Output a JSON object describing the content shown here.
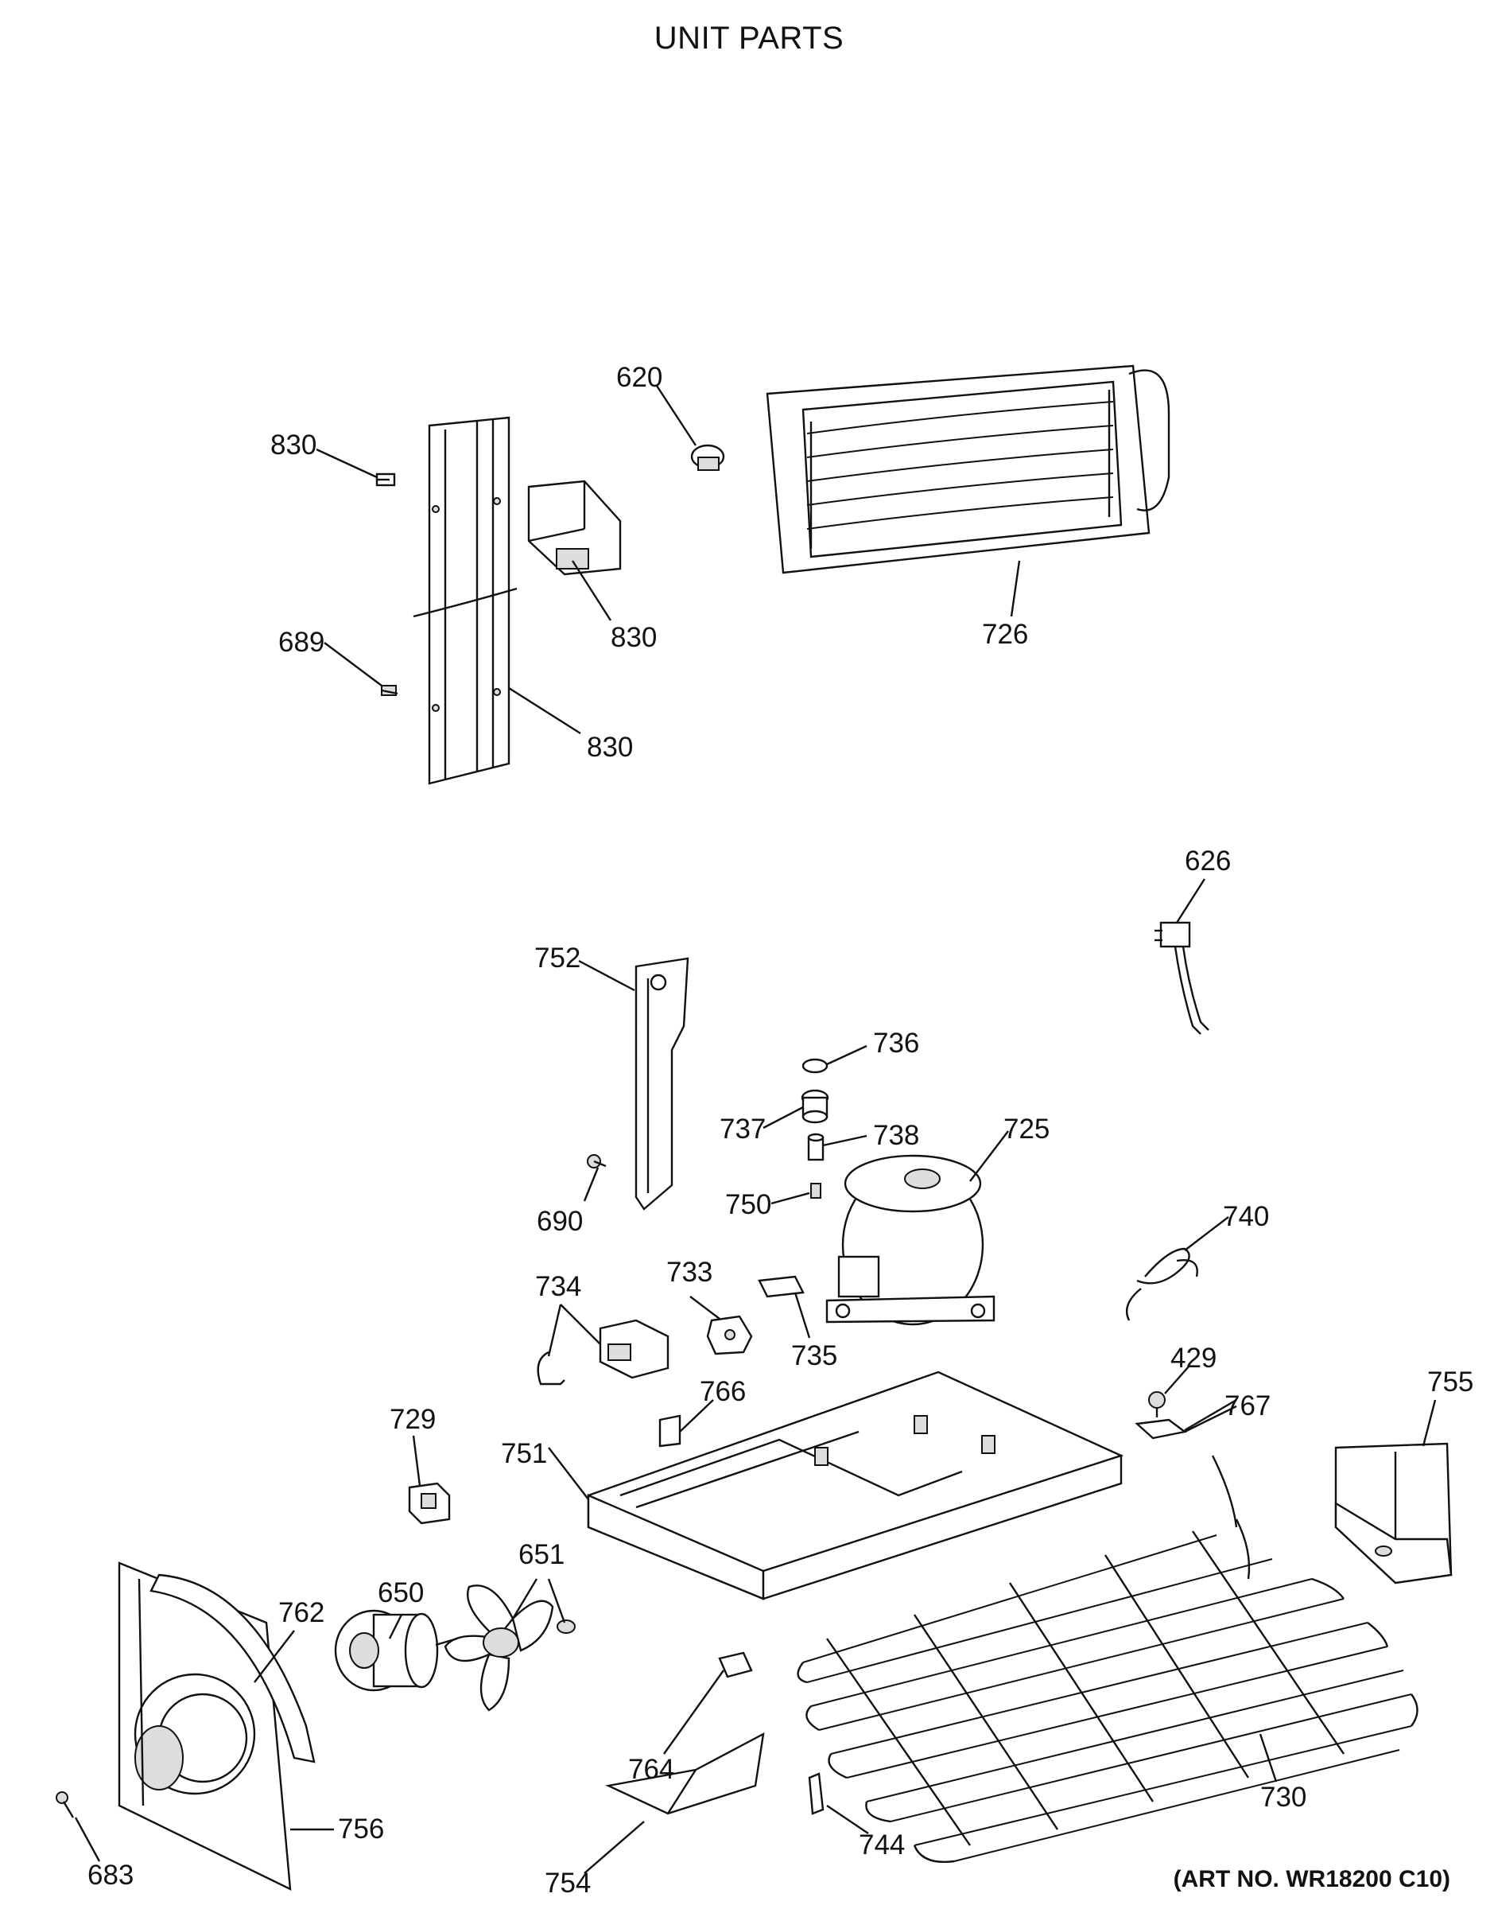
{
  "title": "UNIT PARTS",
  "art_number": "(ART NO. WR18200 C10)",
  "callouts": [
    {
      "id": "c830a",
      "text": "830"
    },
    {
      "id": "c620",
      "text": "620"
    },
    {
      "id": "c830b",
      "text": "830"
    },
    {
      "id": "c726",
      "text": "726"
    },
    {
      "id": "c689",
      "text": "689"
    },
    {
      "id": "c830c",
      "text": "830"
    },
    {
      "id": "c626",
      "text": "626"
    },
    {
      "id": "c752",
      "text": "752"
    },
    {
      "id": "c736",
      "text": "736"
    },
    {
      "id": "c737",
      "text": "737"
    },
    {
      "id": "c738",
      "text": "738"
    },
    {
      "id": "c725",
      "text": "725"
    },
    {
      "id": "c690",
      "text": "690"
    },
    {
      "id": "c750",
      "text": "750"
    },
    {
      "id": "c740",
      "text": "740"
    },
    {
      "id": "c734",
      "text": "734"
    },
    {
      "id": "c733",
      "text": "733"
    },
    {
      "id": "c735",
      "text": "735"
    },
    {
      "id": "c429",
      "text": "429"
    },
    {
      "id": "c755",
      "text": "755"
    },
    {
      "id": "c766",
      "text": "766"
    },
    {
      "id": "c767",
      "text": "767"
    },
    {
      "id": "c729",
      "text": "729"
    },
    {
      "id": "c751",
      "text": "751"
    },
    {
      "id": "c651",
      "text": "651"
    },
    {
      "id": "c650",
      "text": "650"
    },
    {
      "id": "c762",
      "text": "762"
    },
    {
      "id": "c764",
      "text": "764"
    },
    {
      "id": "c730",
      "text": "730"
    },
    {
      "id": "c756",
      "text": "756"
    },
    {
      "id": "c754",
      "text": "754"
    },
    {
      "id": "c744",
      "text": "744"
    },
    {
      "id": "c683",
      "text": "683"
    }
  ]
}
